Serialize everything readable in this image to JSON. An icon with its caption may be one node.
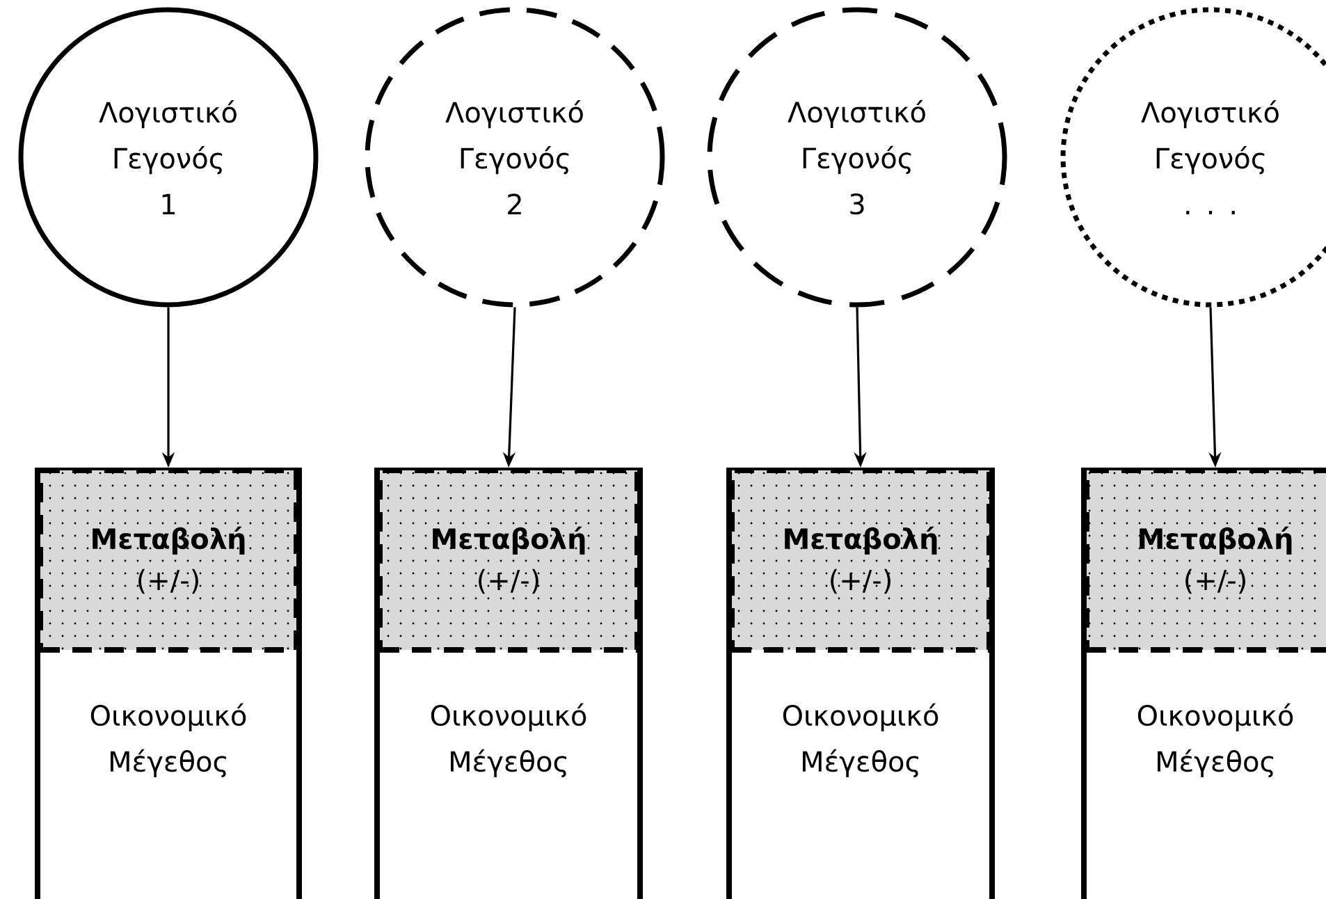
{
  "diagram": {
    "nodes": [
      {
        "text": [
          "Λογιστικό Γεγονός",
          "1"
        ]
      },
      {
        "text": [
          "Λογιστικό Γεγονός",
          "2"
        ]
      },
      {
        "text": [
          "Λογιστικό Γεγονός",
          "3"
        ]
      },
      {
        "text": [
          "Λογιστικό Γεγονός",
          ". . ."
        ]
      },
      {
        "text": [
          "Οικονομικό Μέγεθος"
        ]
      },
      {
        "text": [
          "Μεταβολή",
          "(+/-)"
        ],
        "in": 4
      },
      {
        "text": [
          "Οικονομικό Μέγεθος"
        ]
      },
      {
        "text": [
          "Μεταβολή",
          "(+/-)"
        ],
        "in": 6
      },
      {
        "text": [
          "Οικονομικό Μέγεθος"
        ]
      },
      {
        "text": [
          "Μεταβολή",
          "(+/-)"
        ],
        "in": 8
      },
      {
        "text": [
          "Οικονομικό Μέγεθος"
        ]
      },
      {
        "text": [
          "Μεταβολή",
          "(+/-)"
        ],
        "in": 10
      }
    ],
    "edges": [
      {
        "from": 0,
        "to": 4,
        "arrow": "to"
      },
      {
        "from": 1,
        "to": 6,
        "arrow": "to"
      },
      {
        "from": 2,
        "to": 8,
        "arrow": "to"
      },
      {
        "from": 3,
        "to": 10,
        "arrow": "to"
      }
    ]
  }
}
